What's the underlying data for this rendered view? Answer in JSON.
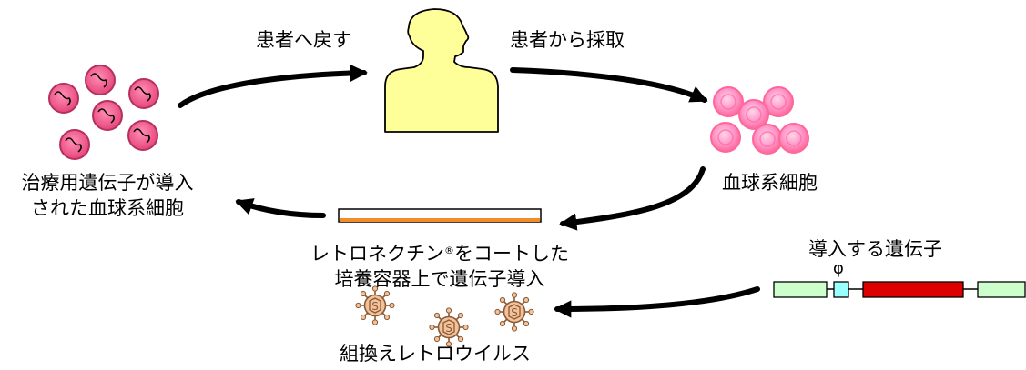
{
  "labels": {
    "return_to_patient": "患者へ戻す",
    "collect_from_patient": "患者から採取",
    "treated_cells_line1": "治療用遺伝子が導入",
    "treated_cells_line2": "された血球系細胞",
    "blood_cells": "血球系細胞",
    "retronectin_prefix": "レトロネクチン",
    "retronectin_mark": "®",
    "retronectin_suffix": "をコートした",
    "transduction_line2": "培養容器上で遺伝子導入",
    "gene_to_introduce": "導入する遺伝子",
    "psi_symbol": "φ",
    "recombinant_retrovirus": "組換えレトロウイルス",
    "virus_glyph": "S"
  },
  "colors": {
    "patient_fill": "#ffff99",
    "cell_fill": "#ff6699",
    "cell_light_fill": "#ff99cc",
    "treated_cell_fill": "#e6457a",
    "gene_squiggle": "#000000",
    "dish_coat": "#f28c28",
    "virus_fill": "#f3c29a",
    "virus_stroke": "#8a5a36",
    "gene_flank": "#ccffcc",
    "gene_psi_box": "#99ffff",
    "gene_main": "#dd0000"
  },
  "icons": [
    "patient-silhouette-icon",
    "blood-cell-icon",
    "treated-cell-icon",
    "culture-dish-icon",
    "retrovirus-icon",
    "gene-construct-icon",
    "cycle-arrow-icon"
  ]
}
